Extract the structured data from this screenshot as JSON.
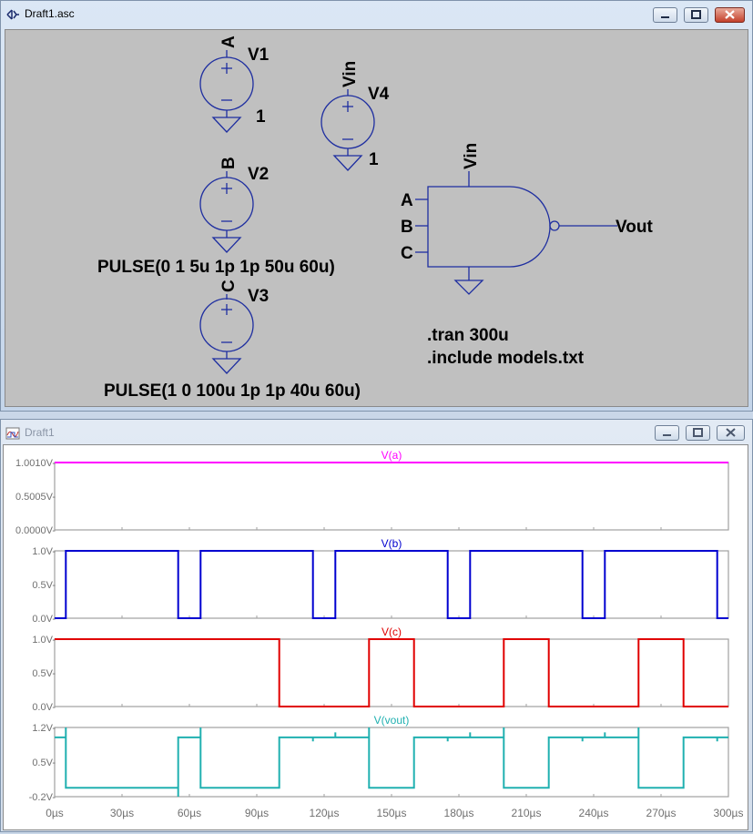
{
  "schematic_window": {
    "title": "Draft1.asc",
    "components": {
      "v1": {
        "name": "V1",
        "node": "A",
        "value": "1"
      },
      "v2": {
        "name": "V2",
        "node": "B",
        "value": "PULSE(0 1 5u 1p 1p 50u 60u)"
      },
      "v3": {
        "name": "V3",
        "node": "C",
        "value": "PULSE(1 0 100u 1p 1p 40u 60u)"
      },
      "v4": {
        "name": "V4",
        "node": "Vin",
        "value": "1"
      },
      "gate": {
        "supply": "Vin",
        "input_a": "A",
        "input_b": "B",
        "input_c": "C",
        "output": "Vout"
      }
    },
    "directives": [
      ".tran 300u",
      ".include models.txt"
    ]
  },
  "waveform_window": {
    "title": "Draft1",
    "x_axis_ticks": [
      "0µs",
      "30µs",
      "60µs",
      "90µs",
      "120µs",
      "150µs",
      "180µs",
      "210µs",
      "240µs",
      "270µs",
      "300µs"
    ]
  },
  "colors": {
    "schematic_bg": "#c0c0c0",
    "schematic_wire": "#1e2ea0",
    "trace_a": "#ff00ff",
    "trace_b": "#0000d0",
    "trace_c": "#e00000",
    "trace_vout": "#20b0b0",
    "grid": "#a0a0a0"
  },
  "chart_data": [
    {
      "type": "line",
      "title": "V(a)",
      "x_range": [
        0,
        300
      ],
      "ylim": [
        0,
        1.001
      ],
      "y_ticks": [
        "1.0010V-",
        "0.5005V-",
        "0.0000V-"
      ],
      "x": [
        0,
        300
      ],
      "values": [
        1.001,
        1.001
      ]
    },
    {
      "type": "line",
      "title": "V(b)",
      "x_range": [
        0,
        300
      ],
      "ylim": [
        0,
        1
      ],
      "y_ticks": [
        "1.0V-",
        "0.5V-",
        "0.0V-"
      ],
      "x": [
        0,
        5,
        5,
        55,
        55,
        65,
        65,
        115,
        115,
        125,
        125,
        175,
        175,
        185,
        185,
        235,
        235,
        245,
        245,
        295,
        295,
        300
      ],
      "values": [
        0,
        0,
        1,
        1,
        0,
        0,
        1,
        1,
        0,
        0,
        1,
        1,
        0,
        0,
        1,
        1,
        0,
        0,
        1,
        1,
        0,
        0
      ]
    },
    {
      "type": "line",
      "title": "V(c)",
      "x_range": [
        0,
        300
      ],
      "ylim": [
        0,
        1
      ],
      "y_ticks": [
        "1.0V-",
        "0.5V-",
        "0.0V-"
      ],
      "x": [
        0,
        100,
        100,
        140,
        140,
        160,
        160,
        200,
        200,
        220,
        220,
        260,
        260,
        280,
        280,
        300
      ],
      "values": [
        1,
        1,
        0,
        0,
        1,
        1,
        0,
        0,
        1,
        1,
        0,
        0,
        1,
        1,
        0,
        0
      ]
    },
    {
      "type": "line",
      "title": "V(vout)",
      "x_range": [
        0,
        300
      ],
      "ylim": [
        -0.2,
        1.2
      ],
      "y_ticks": [
        "1.2V-",
        "0.5V-",
        "-0.2V-"
      ],
      "x": [
        0,
        5,
        5,
        5,
        55,
        55,
        55,
        65,
        65,
        65,
        100,
        100,
        100,
        115,
        115,
        115,
        125,
        125,
        125,
        140,
        140,
        140,
        160,
        160,
        160,
        175,
        175,
        175,
        185,
        185,
        185,
        200,
        200,
        200,
        220,
        220,
        220,
        235,
        235,
        235,
        245,
        245,
        245,
        260,
        260,
        260,
        280,
        280,
        280,
        295,
        295,
        295,
        300
      ],
      "values": [
        1.0,
        1.0,
        1.2,
        -0.02,
        -0.02,
        -0.2,
        1.0,
        1.0,
        1.2,
        -0.02,
        -0.02,
        1.0,
        1.0,
        1.0,
        0.92,
        1.0,
        1.0,
        1.1,
        1.0,
        1.0,
        1.2,
        -0.02,
        -0.02,
        1.0,
        1.0,
        1.0,
        0.92,
        1.0,
        1.0,
        1.1,
        1.0,
        1.0,
        1.2,
        -0.02,
        -0.02,
        1.0,
        1.0,
        1.0,
        0.92,
        1.0,
        1.0,
        1.1,
        1.0,
        1.0,
        1.2,
        -0.02,
        -0.02,
        1.0,
        1.0,
        1.0,
        0.92,
        1.0,
        1.0
      ]
    }
  ]
}
